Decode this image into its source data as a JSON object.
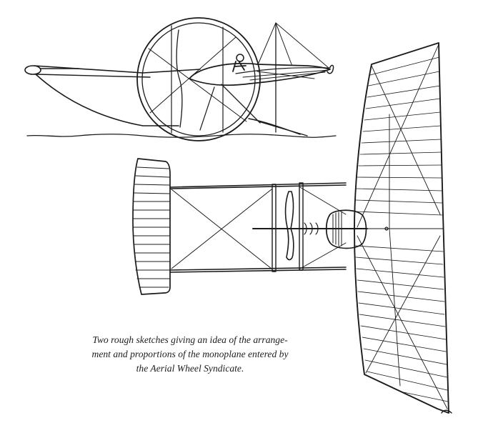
{
  "caption": {
    "line1": "Two rough sketches giving an idea of the arrange-",
    "line2": "ment and proportions of the monoplane entered by",
    "line3": "the Aerial Wheel Syndicate."
  },
  "colors": {
    "ink": "#1b1b1b",
    "paper": "#ffffff"
  }
}
